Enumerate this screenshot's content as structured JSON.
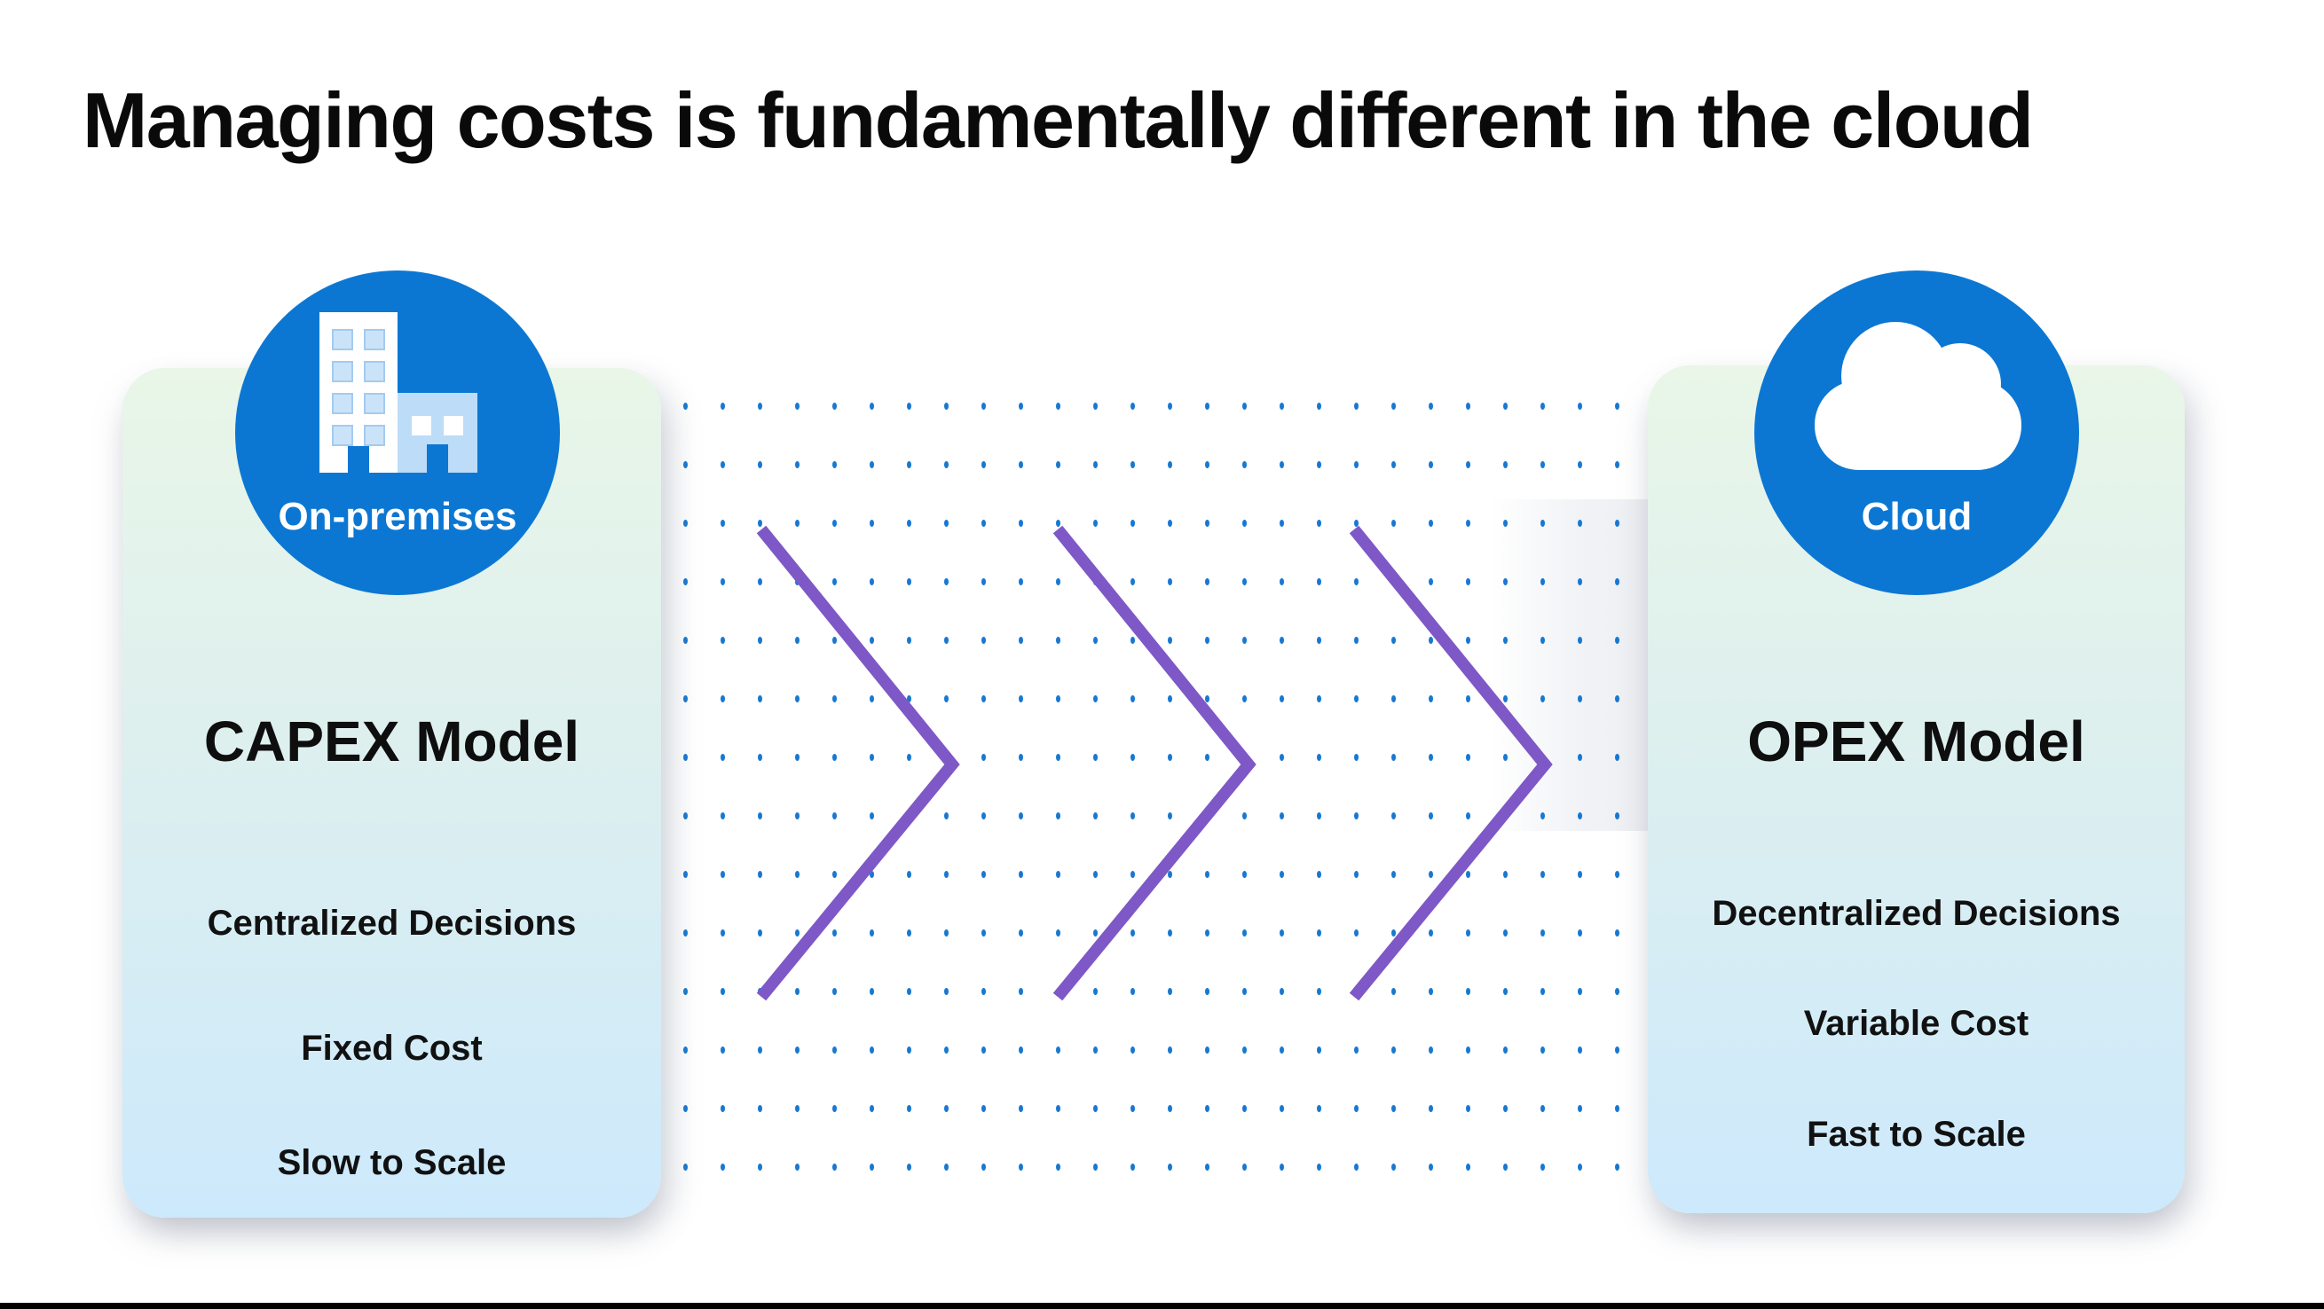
{
  "title": "Managing costs is fundamentally different in the cloud",
  "left_card": {
    "badge_label": "On-premises",
    "heading": "CAPEX Model",
    "items": [
      "Centralized Decisions",
      "Fixed Cost",
      "Slow to Scale"
    ]
  },
  "right_card": {
    "badge_label": "Cloud",
    "heading": "OPEX Model",
    "items": [
      "Decentralized Decisions",
      "Variable Cost",
      "Fast to Scale"
    ]
  },
  "colors": {
    "badge_circle_blue": "#0c77d3",
    "dot_blue": "#1778d2",
    "chevron_purple": "#7e58c6",
    "card_gradient_top_green": "#e9f6e8",
    "card_gradient_bottom_blue": "#cde9fc",
    "building_secondary_blue": "#bddcf8",
    "title_text": "#0a0a0a"
  }
}
